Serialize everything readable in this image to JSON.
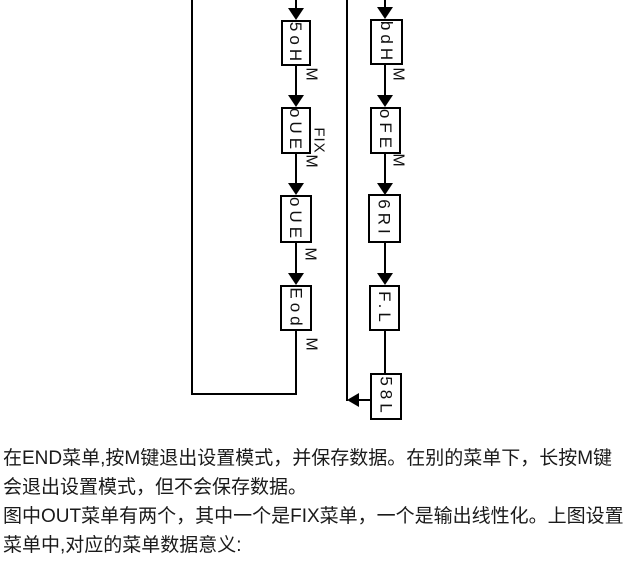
{
  "colors": {
    "line": "#000000",
    "text": "#111111",
    "background": "#ffffff"
  },
  "diagram": {
    "press_key_label": "M",
    "fix_label": "FIX",
    "left_column": {
      "boxes": [
        {
          "label": "5oH"
        },
        {
          "label": "oUE"
        },
        {
          "label": "oUE"
        },
        {
          "label": "Eod"
        }
      ]
    },
    "right_column": {
      "boxes": [
        {
          "label": "bdH"
        },
        {
          "label": "oFE"
        },
        {
          "label": "6RI"
        },
        {
          "label": "F.L"
        },
        {
          "label": "58L"
        }
      ]
    }
  },
  "caption": {
    "lines": [
      "在END菜单,按M键退出设置模式，并保存数据。在别的菜单下，长按M键",
      "会退出设置模式，但不会保存数据。",
      "图中OUT菜单有两个，其中一个是FIX菜单，一个是输出线性化。上图设置",
      "菜单中,对应的菜单数据意义:"
    ]
  }
}
